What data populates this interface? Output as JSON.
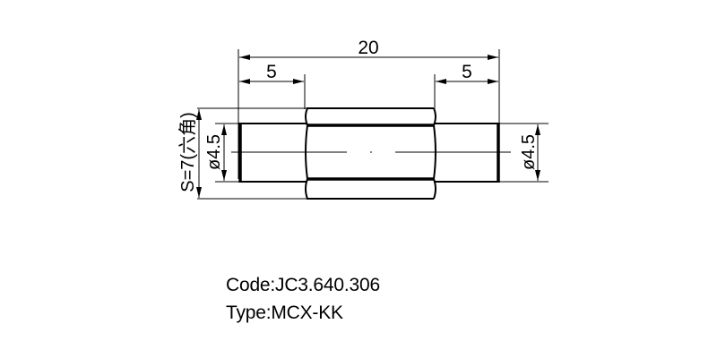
{
  "drawing": {
    "dimensions": {
      "overall_length": "20",
      "left_pin_length": "5",
      "right_pin_length": "5",
      "left_diameter": "ø4.5",
      "right_diameter": "ø4.5",
      "hex_size": "S=7(六角)"
    },
    "line_color": "#000000",
    "background_color": "#ffffff"
  },
  "caption": {
    "code": "Code:JC3.640.306",
    "type": "Type:MCX-KK"
  }
}
